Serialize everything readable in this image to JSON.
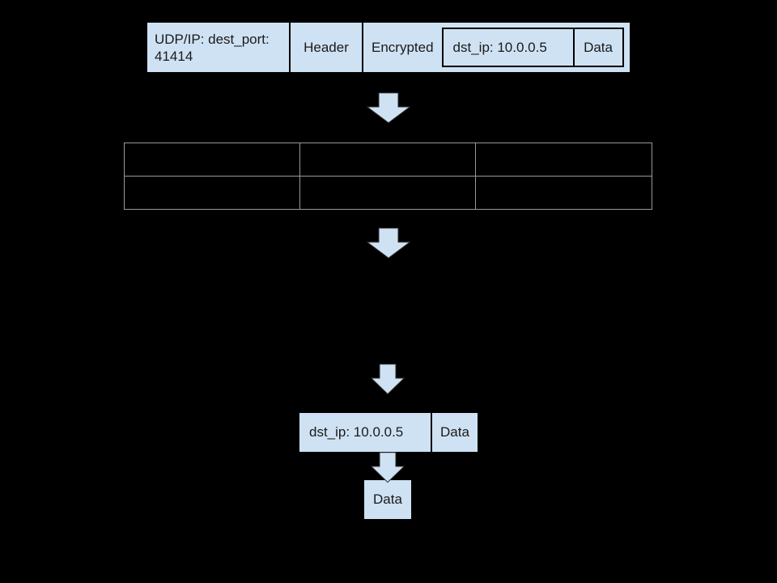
{
  "colors": {
    "background": "#000000",
    "box_fill": "#cfe2f3",
    "box_border": "#000000",
    "table_border": "#999999",
    "arrow_fill": "#cfe2f3",
    "arrow_outline": "#2f2f2f",
    "text": "#1a1a1a"
  },
  "packet": {
    "udp_label": "UDP/IP: dest_port: 41414",
    "header_label": "Header",
    "encrypted_label": "Encrypted",
    "inner": {
      "dst_ip_label": "dst_ip: 10.0.0.5",
      "data_label": "Data"
    }
  },
  "table": {
    "rows": 2,
    "cols": 3,
    "cells": [
      [
        "",
        "",
        ""
      ],
      [
        "",
        "",
        ""
      ]
    ]
  },
  "decrypted_box": {
    "dst_ip_label": "dst_ip: 10.0.0.5",
    "data_label": "Data"
  },
  "data_box": {
    "label": "Data"
  }
}
